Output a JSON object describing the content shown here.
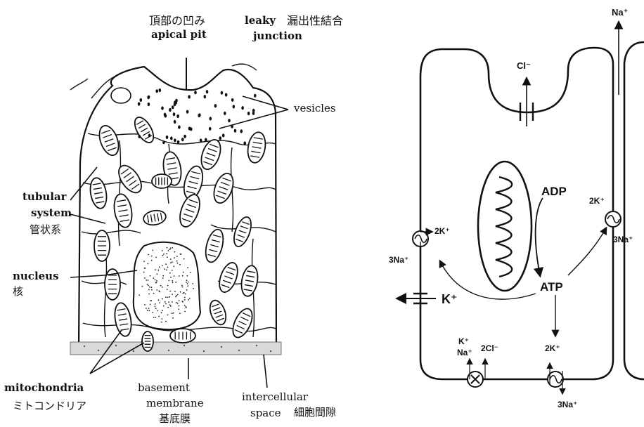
{
  "histology": {
    "apical_pit_jp": "頂部の凹み",
    "apical_pit_en": "apical pit",
    "leaky_junction_en1": "leaky",
    "leaky_junction_jp": "漏出性結合",
    "leaky_junction_en2": "junction",
    "vesicles": "vesicles",
    "tubular_1": "tubular",
    "tubular_2": "system",
    "tubular_jp": "管状系",
    "nucleus_en": "nucleus",
    "nucleus_jp": "核",
    "mito_en": "mitochondria",
    "mito_jp": "ミトコンドリア",
    "basement_1": "basement",
    "basement_2": "membrane",
    "basement_jp": "基底膜",
    "intercell_1": "intercellular",
    "intercell_2": "space",
    "intercell_jp": "細胞間隙"
  },
  "schematic": {
    "na_top": "Na⁺",
    "cl": "Cl⁻",
    "adp": "ADP",
    "atp": "ATP",
    "pump_left_2k": "2K⁺",
    "pump_left_3na": "3Na⁺",
    "pump_right_2k": "2K⁺",
    "pump_right_3na": "3Na⁺",
    "k_channel": "K⁺",
    "cotrans_k": "K⁺",
    "cotrans_na": "Na⁺",
    "cotrans_2cl": "2Cl⁻",
    "pump_bottom_2k": "2K⁺",
    "pump_bottom_3na": "3Na⁺"
  }
}
